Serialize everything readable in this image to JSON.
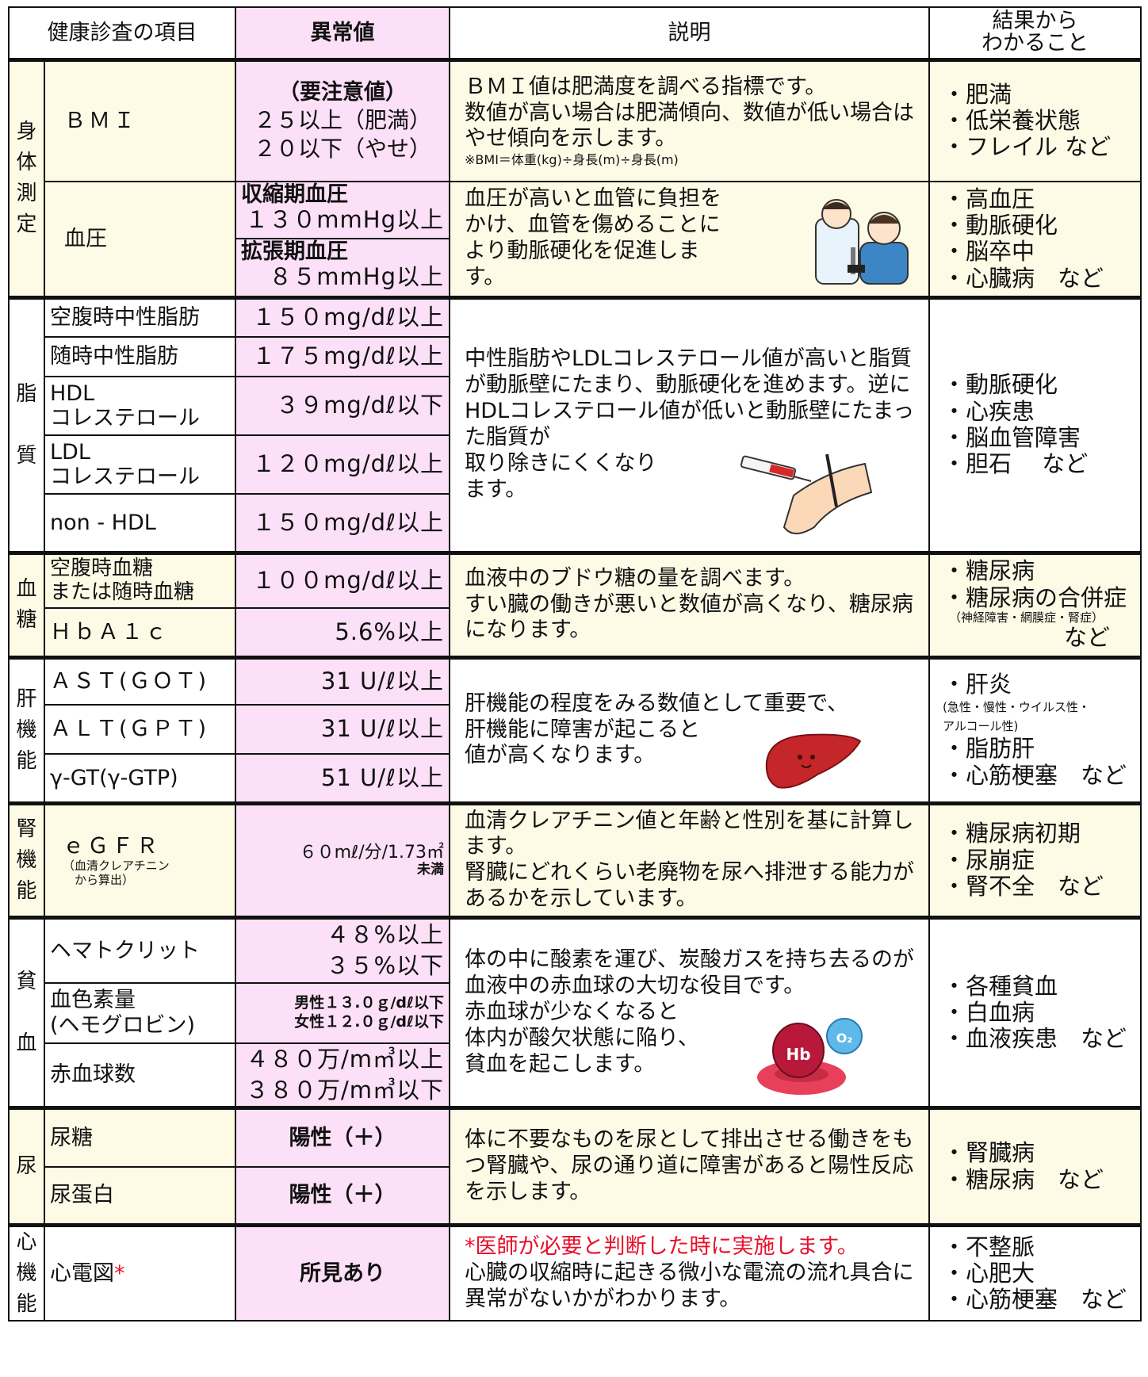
{
  "header": {
    "item": "健康診査の項目",
    "abnormal": "異常値",
    "desc": "説明",
    "result": "結果から\nわかること"
  },
  "body": {
    "category": "身\n体\n測\n定",
    "bmi": {
      "name": "ＢＭＩ",
      "val1": "（要注意値）",
      "val2": "２５以上（肥満）",
      "val3": "２０以下（やせ）",
      "desc": "ＢＭＩ値は肥満度を調べる指標です。\n数値が高い場合は肥満傾向、数値が低い場合はやせ傾向を示します。",
      "note": "※BMI＝体重(kg)÷身長(m)÷身長(m)",
      "results": [
        "・肥満",
        "・低栄養状態",
        "・フレイル など"
      ]
    },
    "bp": {
      "name": "血圧",
      "sys_label": "収縮期血圧",
      "sys_val": "１３０mmHg以上",
      "dia_label": "拡張期血圧",
      "dia_val": "８５mmHg以上",
      "desc": "血圧が高いと血管に負担をかけ、血管を傷めることにより動脈硬化を促進します。",
      "results": [
        "・高血圧",
        "・動脈硬化",
        "・脳卒中",
        "・心臓病　など"
      ]
    }
  },
  "lipid": {
    "category": "脂\n\n質",
    "rows": [
      {
        "name": "空腹時中性脂肪",
        "val": "１５０mg/dℓ以上"
      },
      {
        "name": "随時中性脂肪",
        "val": "１７５mg/dℓ以上"
      },
      {
        "name": "HDL\nコレステロール",
        "val": "３９mg/dℓ以下"
      },
      {
        "name": "LDL\nコレステロール",
        "val": "１２０mg/dℓ以上"
      },
      {
        "name": "non - HDL",
        "val": "１５０mg/dℓ以上"
      }
    ],
    "desc": "中性脂肪やLDLコレステロール値が高いと脂質が動脈壁にたまり、動脈硬化を進めます。逆にHDLコレステロール値が低いと動脈壁にたまった脂質が\n取り除きにくくなり\nます。",
    "results": [
      "・動脈硬化",
      "・心疾患",
      "・脳血管障害",
      "・胆石　 など"
    ]
  },
  "sugar": {
    "category": "血\n糖",
    "rows": [
      {
        "name": "空腹時血糖\nまたは随時血糖",
        "val": "１００mg/dℓ以上"
      },
      {
        "name": "ＨｂＡ１ｃ",
        "val": "5.6%以上"
      }
    ],
    "desc": "血液中のブドウ糖の量を調べます。\nすい臓の働きが悪いと数値が高くなり、糖尿病になります。",
    "results": [
      "・糖尿病",
      "・糖尿病の合併症"
    ],
    "results_note": "（神経障害・網膜症・腎症）",
    "results_end": "など"
  },
  "liver": {
    "category": "肝\n機\n能",
    "rows": [
      {
        "name": "ＡＳＴ(ＧＯＴ)",
        "val": "31 U/ℓ以上"
      },
      {
        "name": "ＡＬＴ(ＧＰＴ)",
        "val": "31 U/ℓ以上"
      },
      {
        "name": "γ-GT(γ-GTP)",
        "val": "51 U/ℓ以上"
      }
    ],
    "desc": "肝機能の程度をみる数値として重要で、\n肝機能に障害が起こると\n値が高くなります。",
    "results_1": "・肝炎",
    "results_note": "(急性・慢性・ウイルス性・\nアルコール性)",
    "results": [
      "・脂肪肝",
      "・心筋梗塞　など"
    ]
  },
  "kidney": {
    "category": "腎\n機\n能",
    "name": "ｅＧＦＲ",
    "name_note": "（血清クレアチニン\n　から算出）",
    "val": "６０mℓ/分/1.73㎡",
    "val_note": "未満",
    "desc": "血清クレアチニン値と年齢と性別を基に計算します。\n腎臓にどれくらい老廃物を尿へ排泄する能力があるかを示しています。",
    "results": [
      "・糖尿病初期",
      "・尿崩症",
      "・腎不全　など"
    ]
  },
  "anemia": {
    "category": "貧\n\n血",
    "hct": {
      "name": "ヘマトクリット",
      "val1": "４８%以上",
      "val2": "３５%以下"
    },
    "hb": {
      "name": "血色素量\n(ヘモグロビン)",
      "val1": "男性１３.０ｇ/dℓ以下",
      "val2": "女性１２.０ｇ/dℓ以下"
    },
    "rbc": {
      "name": "赤血球数",
      "val1": "４８０万/m㎥以上",
      "val2": "３８０万/m㎥以下"
    },
    "desc": "体の中に酸素を運び、炭酸ガスを持ち去るのが血液中の赤血球の大切な役目です。\n赤血球が少なくなると\n体内が酸欠状態に陥り、\n貧血を起こします。",
    "results": [
      "・各種貧血",
      "・白血病",
      "・血液疾患　など"
    ],
    "icon_hb": "Hb",
    "icon_o2": "O₂"
  },
  "urine": {
    "category": "尿",
    "rows": [
      {
        "name": "尿糖",
        "val": "陽性（＋）"
      },
      {
        "name": "尿蛋白",
        "val": "陽性（＋）"
      }
    ],
    "desc": "体に不要なものを尿として排出させる働きをもつ腎臓や、尿の通り道に障害があると陽性反応を示します。",
    "results": [
      "・腎臓病",
      "・糖尿病　など"
    ]
  },
  "heart": {
    "category": "心\n機\n能",
    "name": "心電図",
    "star": "*",
    "val": "所見あり",
    "desc_red": "*医師が必要と判断した時に実施します。",
    "desc": "心臓の収縮時に起きる微小な電流の流れ具合に異常がないかがわかります。",
    "results": [
      "・不整脈",
      "・心肥大",
      "・心筋梗塞　など"
    ]
  },
  "colors": {
    "yellow": "#fdfbe6",
    "pink": "#fbe0f7",
    "red": "#e8102a"
  }
}
